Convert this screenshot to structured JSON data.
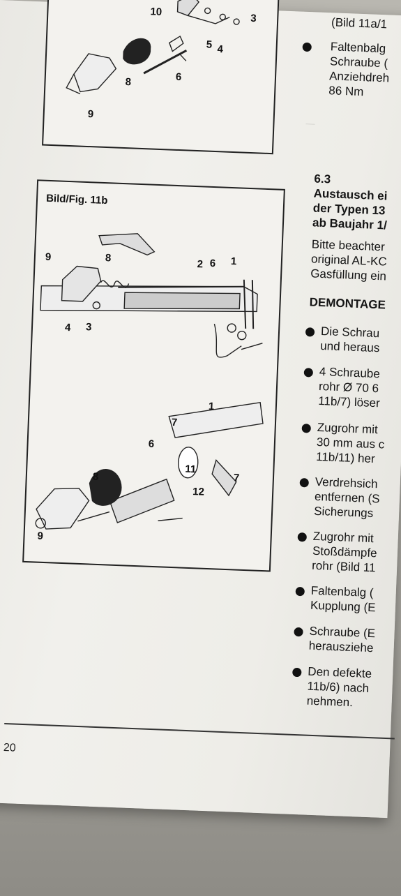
{
  "page_number": "20",
  "figure_top": {
    "labels": [
      "10",
      "3",
      "5",
      "4",
      "6",
      "8",
      "9"
    ]
  },
  "figure_11b": {
    "title": "Bild/Fig. 11b",
    "labels": [
      "9",
      "8",
      "2",
      "6",
      "1",
      "4",
      "3",
      "1",
      "7",
      "6",
      "8",
      "11",
      "7",
      "12",
      "9"
    ]
  },
  "right_column": {
    "top_line": "(Bild 11a/1",
    "bullet_a": [
      "Faltenbalg",
      "Schraube (",
      "Anziehdreh",
      "86 Nm"
    ],
    "section_number": "6.3",
    "section_title": [
      "Austausch ei",
      "der Typen 13",
      "ab Baujahr 1/"
    ],
    "intro": [
      "Bitte beachter",
      "original AL-KC",
      "Gasfüllung ein"
    ],
    "demontage": "DEMONTAGE",
    "bullets": [
      [
        "Die Schrau",
        "und heraus"
      ],
      [
        "4 Schraube",
        "rohr Ø 70 6",
        "11b/7) löser"
      ],
      [
        "Zugrohr mit",
        "30 mm aus c",
        "11b/11) her"
      ],
      [
        "Verdrehsich",
        "entfernen (S",
        "Sicherungs"
      ],
      [
        "Zugrohr mit",
        "Stoßdämpfe",
        "rohr (Bild 11"
      ],
      [
        "Faltenbalg (",
        "Kupplung (E"
      ],
      [
        "Schraube (E",
        "herausziehe"
      ],
      [
        "Den defekte",
        "11b/6) nach",
        "nehmen."
      ]
    ]
  }
}
